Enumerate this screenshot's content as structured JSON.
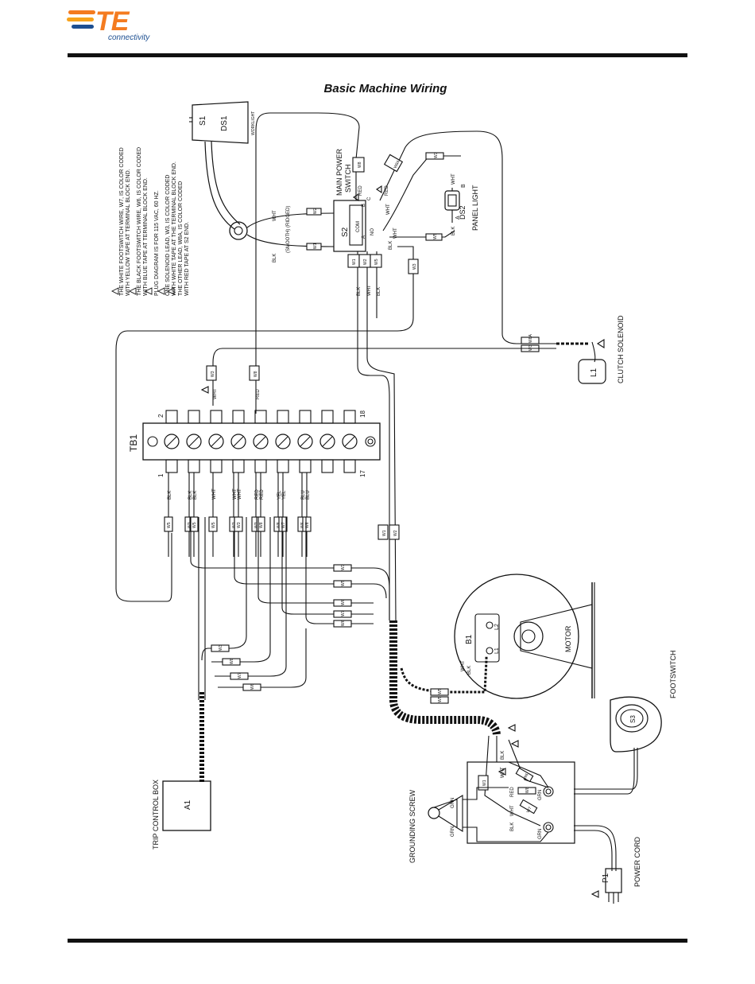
{
  "header": {
    "logo_text": "TE",
    "logo_sub": "connectivity"
  },
  "title": "Basic Machine Wiring",
  "notes": [
    "THE WHITE FOOTSWITCH WIRE, W7, IS COLOR CODED",
    "WITH YELLOW TAPE AT TERMINAL BLOCK END.",
    "THE BLACK FOOTSWITCH WIRE, W6, IS COLOR CODED",
    "WITH BLUE TAPE AT TERMINAL BLOCK END.",
    "PLUG DIAGRAM IS FOR 115 VAC, 60 HZ.",
    "ONE SOLENOID LEAD, W3, IS COLOR CODED",
    "WITH WHITE TAPE AT THE TERMINAL BLOCK END.",
    "THE OTHER LEAD, W8A, IS COLOR CODED",
    "WITH RED TAPE AT S2 END."
  ],
  "components": {
    "ds1": "DS1",
    "s1": "S1",
    "worklight": "WORKLIGHT",
    "s2": "S2",
    "main_power_switch": [
      "MAIN POWER",
      "SWITCH"
    ],
    "ds2": "DS2",
    "panel_light": "PANEL LIGHT",
    "tb1": "TB1",
    "l1": "L1",
    "clutch_solenoid": "CLUTCH SOLENOID",
    "a1": "A1",
    "trip_control_box": "TRIP CONTROL BOX",
    "b1": "B1",
    "motor": "MOTOR",
    "s3": "S3",
    "footswitch": "FOOTSWITCH",
    "grounding_screw": "GROUNDING SCREW",
    "p1": "P1",
    "power_cord": "POWER CORD"
  },
  "tb1_top_labels": [
    "2",
    "18"
  ],
  "tb1_bottom_labels": [
    "1",
    "17"
  ],
  "tb1_top_wires": [
    "WHT",
    "RED"
  ],
  "tb1_bottom_wires": [
    "BLK",
    "BLK",
    "BLK",
    "WHT",
    "WHT",
    "WHT",
    "RED",
    "RED",
    "YEL",
    "YEL",
    "BLU",
    "BLU"
  ],
  "wire_tags_left": [
    "W5",
    "W3",
    "W5",
    "W5",
    "W3",
    "W3",
    "W3",
    "W8",
    "W8",
    "W7",
    "W6",
    "W6"
  ],
  "wire_tags_mid": [
    "W3",
    "W5",
    "W6",
    "W7",
    "W6",
    "W3",
    "W8",
    "W7",
    "W6",
    "W5"
  ],
  "switch_wires": [
    "BLK",
    "WHT",
    "BLK",
    "W1",
    "W2",
    "W5",
    "W3",
    "W1",
    "W2",
    "W8",
    "W8A",
    "W3",
    "W5",
    "RED",
    "WHT",
    "RED",
    "BLK",
    "WHT",
    "COM",
    "NO",
    "C",
    "B",
    "A"
  ],
  "worklight_wires": [
    "WHT",
    "(SMOOTH) (RIDGED)",
    "BLK",
    "W2",
    "W1"
  ],
  "solenoid_wires": [
    "W8A",
    "W3"
  ],
  "motor_wires": [
    "WHT",
    "BLK",
    "W5",
    "L1",
    "L2"
  ],
  "box_wires": [
    "W1",
    "W8",
    "W7",
    "W6",
    "RED",
    "WHT",
    "BLK",
    "GRN",
    "GRN",
    "BLK",
    "WHT",
    "GRN",
    "GRN"
  ],
  "ds2_labels": [
    "BLK",
    "WHT",
    "A",
    "B"
  ]
}
